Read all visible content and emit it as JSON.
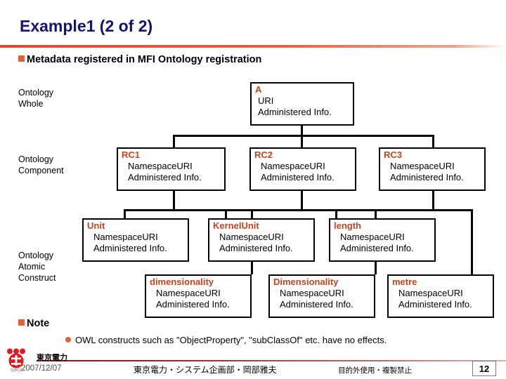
{
  "slide": {
    "title": "Example1 (2 of 2)",
    "heading": "Metadata registered in MFI Ontology registration",
    "note_heading": "Note",
    "note_item": "OWL constructs such as \"ObjectProperty\", \"subClassOf\" etc. have no effects."
  },
  "colors": {
    "title": "#141470",
    "accent_rule": "#d94f2b",
    "bullet": "#e2623c",
    "node_name": "#c0441f",
    "node_border": "#000000",
    "footer_rule": "#8a1010"
  },
  "row_labels": [
    {
      "id": "whole",
      "line1": "Ontology",
      "line2": "Whole",
      "line3": ""
    },
    {
      "id": "component",
      "line1": "Ontology",
      "line2": "Component",
      "line3": ""
    },
    {
      "id": "atomic",
      "line1": "Ontology",
      "line2": "Atomic",
      "line3": "Construct"
    }
  ],
  "nodes": [
    {
      "id": "a",
      "name": "A",
      "line1": "URI",
      "line2": "Administered Info."
    },
    {
      "id": "rc1",
      "name": "RC1",
      "line1": "NamespaceURI",
      "line2": "Administered Info."
    },
    {
      "id": "rc2",
      "name": "RC2",
      "line1": "NamespaceURI",
      "line2": "Administered Info."
    },
    {
      "id": "rc3",
      "name": "RC3",
      "line1": "NamespaceURI",
      "line2": "Administered Info."
    },
    {
      "id": "unit",
      "name": "Unit",
      "line1": "NamespaceURI",
      "line2": "Administered Info."
    },
    {
      "id": "kernelunit",
      "name": "KernelUnit",
      "line1": "NamespaceURI",
      "line2": "Administered Info."
    },
    {
      "id": "length",
      "name": "length",
      "line1": "NamespaceURI",
      "line2": "Administered Info."
    },
    {
      "id": "dimensionality",
      "name": "dimensionality",
      "line1": "NamespaceURI",
      "line2": "Administered Info."
    },
    {
      "id": "dimensionality2",
      "name": "Dimensionality",
      "line1": "NamespaceURI",
      "line2": "Administered Info."
    },
    {
      "id": "metre",
      "name": "metre",
      "line1": "NamespaceURI",
      "line2": "Administered Info."
    }
  ],
  "footer": {
    "logo_text": "東京電力",
    "date": "2007/12/07",
    "center": "東京電力・システム企画部・岡部雅夫",
    "right": "目的外使用・複製禁止",
    "page_number": "12"
  }
}
